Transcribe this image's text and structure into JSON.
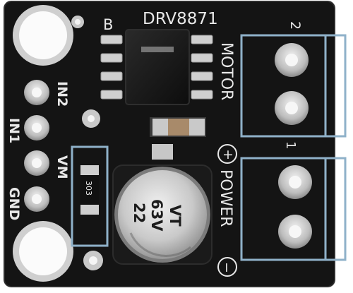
{
  "board": {
    "chip_label": "DRV8871",
    "corner_letter": "B",
    "motor_label": "MOTOR",
    "power_label": "POWER",
    "terminal_top_number": "2",
    "terminal_mid_number": "1",
    "plus_sign": "+",
    "minus_sign": "−",
    "pin_labels": [
      "IN2",
      "IN1",
      "VM",
      "GND"
    ],
    "resistor_code": "303",
    "capacitor_lines": [
      "22",
      "63V",
      "VT"
    ]
  },
  "colors": {
    "pcb": "#141414",
    "silkscreen": "#e8e8e8",
    "terminal_outline": "#8fb1c9",
    "pad": "#b8b8b8",
    "chip": "#1b1b1b"
  }
}
